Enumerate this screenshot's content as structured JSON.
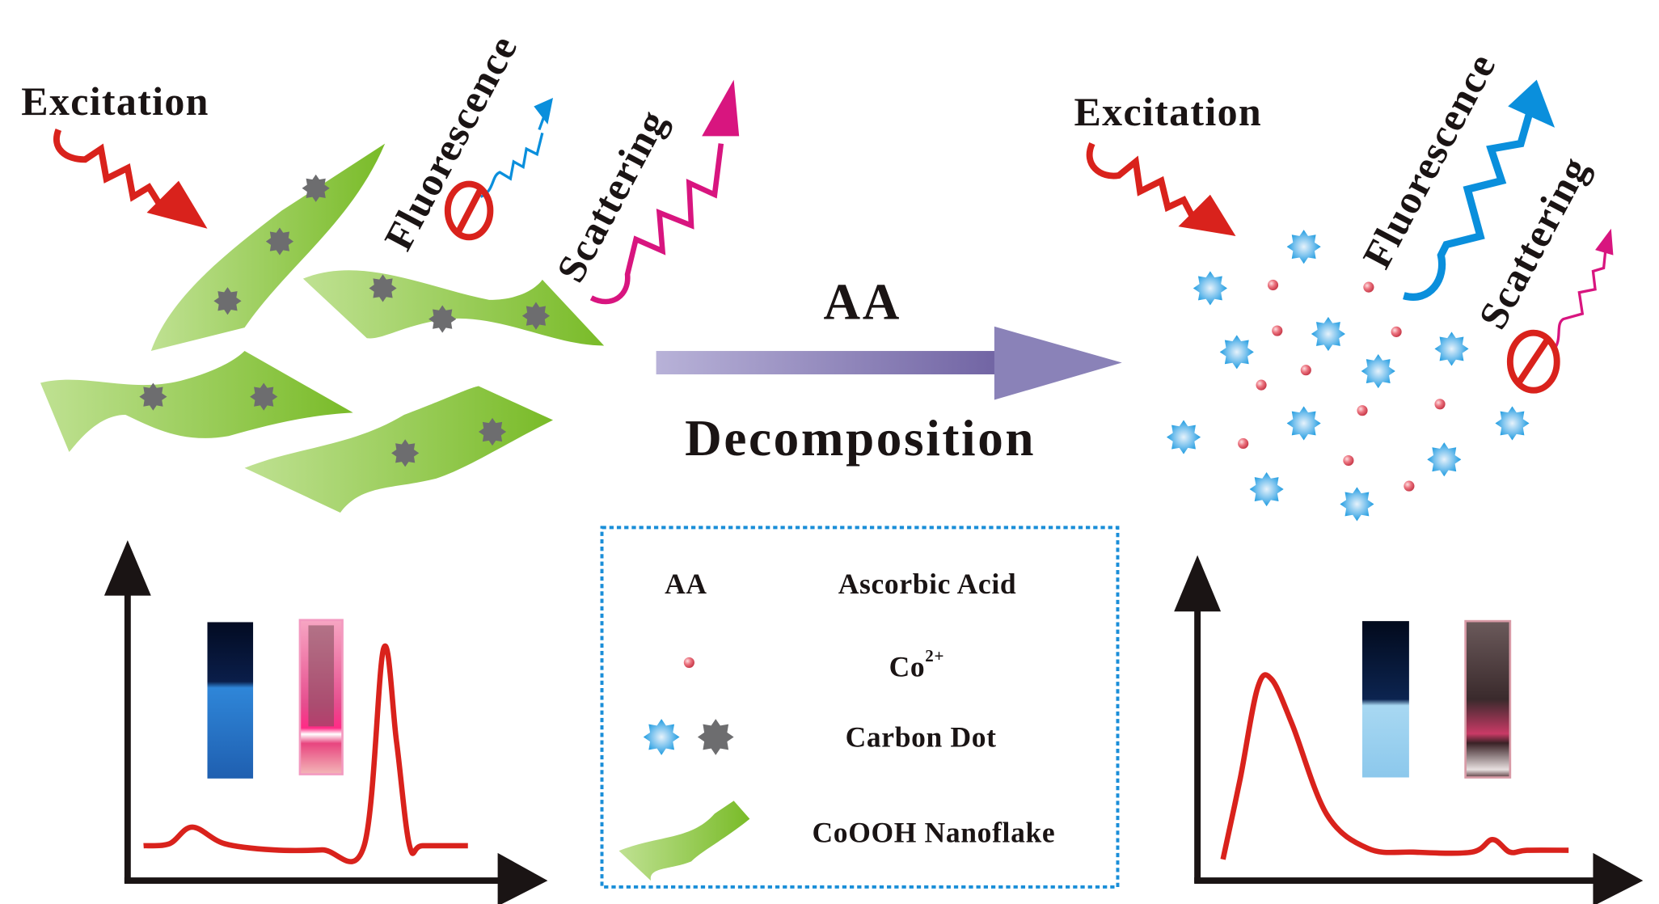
{
  "figure": {
    "title": "Carbon dot fluorescence / CoOOH nanoflake scattering switch by ascorbic acid",
    "colors": {
      "excitation": "#d9221c",
      "fluorescence": "#0a8fdc",
      "scattering": "#d8157f",
      "nanoflake_light": "#b8de86",
      "nanoflake_dark": "#7dbd2a",
      "carbon_dot_blue": "#3aa8e6",
      "carbon_dot_gray": "#6d6d6f",
      "co_ion": "#e8606b",
      "reaction_arrow": "#7a6eaa",
      "spectrum": "#d9221c",
      "legend_border": "#1a8ed8"
    },
    "left_panel": {
      "excitation_label": "Excitation",
      "fluorescence_label": "Fluorescence",
      "scattering_label": "Scattering",
      "fluorescence_state": "blocked",
      "scattering_state": "strong"
    },
    "reaction": {
      "reagent_label": "AA",
      "process_label": "Decomposition"
    },
    "right_panel": {
      "excitation_label": "Excitation",
      "fluorescence_label": "Fluorescence",
      "scattering_label": "Scattering",
      "fluorescence_state": "strong",
      "scattering_state": "blocked"
    },
    "legend": {
      "items": [
        {
          "symbol": "AA",
          "label": "Ascorbic Acid"
        },
        {
          "symbol": "co-ion-icon",
          "label": "Co",
          "superscript": "2+"
        },
        {
          "symbol": "carbon-dot-icons",
          "label": "Carbon Dot"
        },
        {
          "symbol": "nanoflake-icon",
          "label": "CoOOH Nanoflake"
        }
      ]
    }
  },
  "chart_data": [
    {
      "type": "line",
      "title": "Spectrum before AA (CoOOH nanoflakes + carbon dots)",
      "xlabel": "",
      "ylabel": "",
      "x": [
        0,
        0.08,
        0.15,
        0.25,
        0.4,
        0.55,
        0.68,
        0.74,
        0.78,
        0.82,
        0.86,
        1.0
      ],
      "values": [
        0.05,
        0.06,
        0.14,
        0.06,
        0.03,
        0.03,
        0.05,
        1.0,
        0.55,
        0.05,
        0.05,
        0.05
      ],
      "series_color": "#d9221c",
      "annotations": [
        "weak fluorescence peak",
        "strong scattering peak"
      ],
      "ylim": [
        0,
        1.05
      ]
    },
    {
      "type": "line",
      "title": "Spectrum after AA (released carbon dots + Co2+)",
      "xlabel": "",
      "ylabel": "",
      "x": [
        0,
        0.05,
        0.1,
        0.14,
        0.2,
        0.3,
        0.42,
        0.55,
        0.72,
        0.78,
        0.83,
        0.88,
        1.0
      ],
      "values": [
        0.0,
        0.45,
        0.95,
        1.0,
        0.75,
        0.25,
        0.06,
        0.04,
        0.04,
        0.11,
        0.04,
        0.05,
        0.05
      ],
      "series_color": "#d9221c",
      "annotations": [
        "strong fluorescence peak",
        "weak scattering peak"
      ],
      "ylim": [
        0,
        1.05
      ]
    }
  ]
}
